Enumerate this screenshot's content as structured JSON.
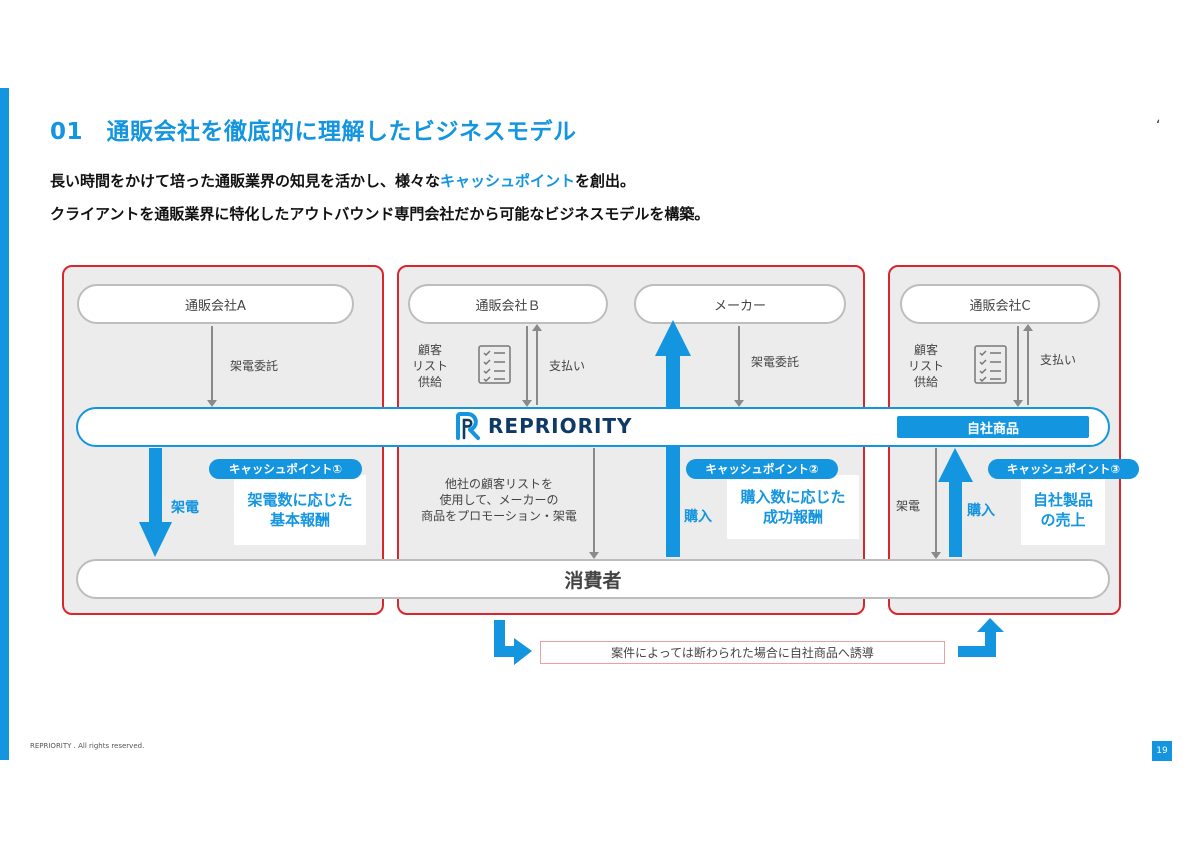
{
  "page": {
    "title": "01　通販会社を徹底的に理解したビジネスモデル",
    "corner_mark": "ʻ",
    "description_line1": {
      "before": "長い時間をかけて培った通販業界の知見を活かし、様々な",
      "highlight": "キャッシュポイント",
      "after": "を創出。"
    },
    "description_line2": "クライアントを通販業界に特化したアウトバウンド専門会社だから可能なビジネスモデルを構築。",
    "footer": "REPRIORITY . All rights reserved.",
    "page_number": "19"
  },
  "diagram": {
    "companies": {
      "a": "通販会社A",
      "b": "通販会社Ｂ",
      "maker": "メーカー",
      "c": "通販会社C"
    },
    "labels": {
      "call_consign": "架電委託",
      "customer_list": "顧客\nリスト\n供給",
      "payment": "支払い",
      "maker_call_consign": "架電委託",
      "other_list_note": "他社の顧客リストを\n使用して、メーカーの\n商品をプロモーション・架電",
      "customer_list_c": "顧客\nリスト\n供給",
      "payment_c": "支払い",
      "call": "架電",
      "call_c": "架電",
      "purchase": "購入",
      "purchase_c": "購入"
    },
    "repriority": {
      "logo_text": "REPRIORITY",
      "own_product": "自社商品"
    },
    "consumer": "消費者",
    "cash_points": [
      {
        "tag": "キャッシュポイント①",
        "body": "架電数に応じた\n基本報酬"
      },
      {
        "tag": "キャッシュポイント②",
        "body": "購入数に応じた\n成功報酬"
      },
      {
        "tag": "キャッシュポイント③",
        "body": "自社製品\nの売上"
      }
    ],
    "bottom_note": "案件によっては断わられた場合に自社商品へ誘導",
    "colors": {
      "accent": "#1495e0",
      "panel_border": "#d7262d",
      "panel_fill": "#ececec",
      "logo_navy": "#0f3a66"
    }
  }
}
